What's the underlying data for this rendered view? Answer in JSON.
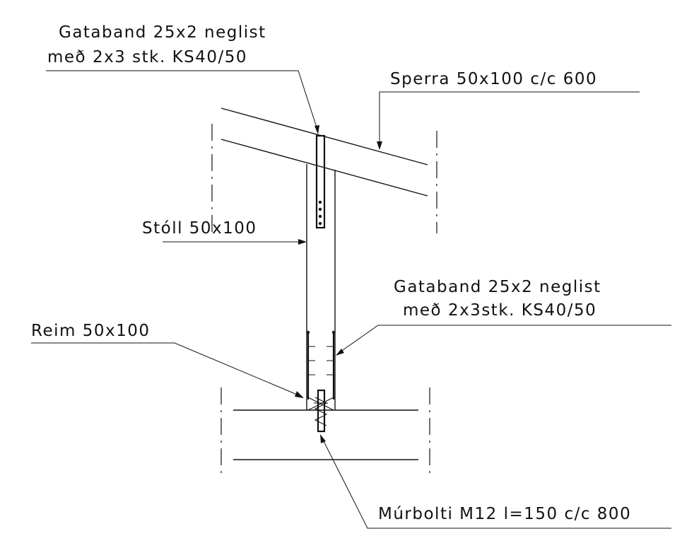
{
  "labels": {
    "top_strap_line1": "Gataband 25x2 neglist",
    "top_strap_line2": "með 2x3 stk. KS40/50",
    "rafter": "Sperra 50x100 c/c 600",
    "post": "Stóll 50x100",
    "lower_strap_line1": "Gataband 25x2 neglist",
    "lower_strap_line2": "með 2x3stk. KS40/50",
    "plate": "Reim 50x100",
    "anchor_bolt": "Múrbolti M12 l=150 c/c 800"
  },
  "colors": {
    "ink": "#111111",
    "paper": "#ffffff"
  }
}
